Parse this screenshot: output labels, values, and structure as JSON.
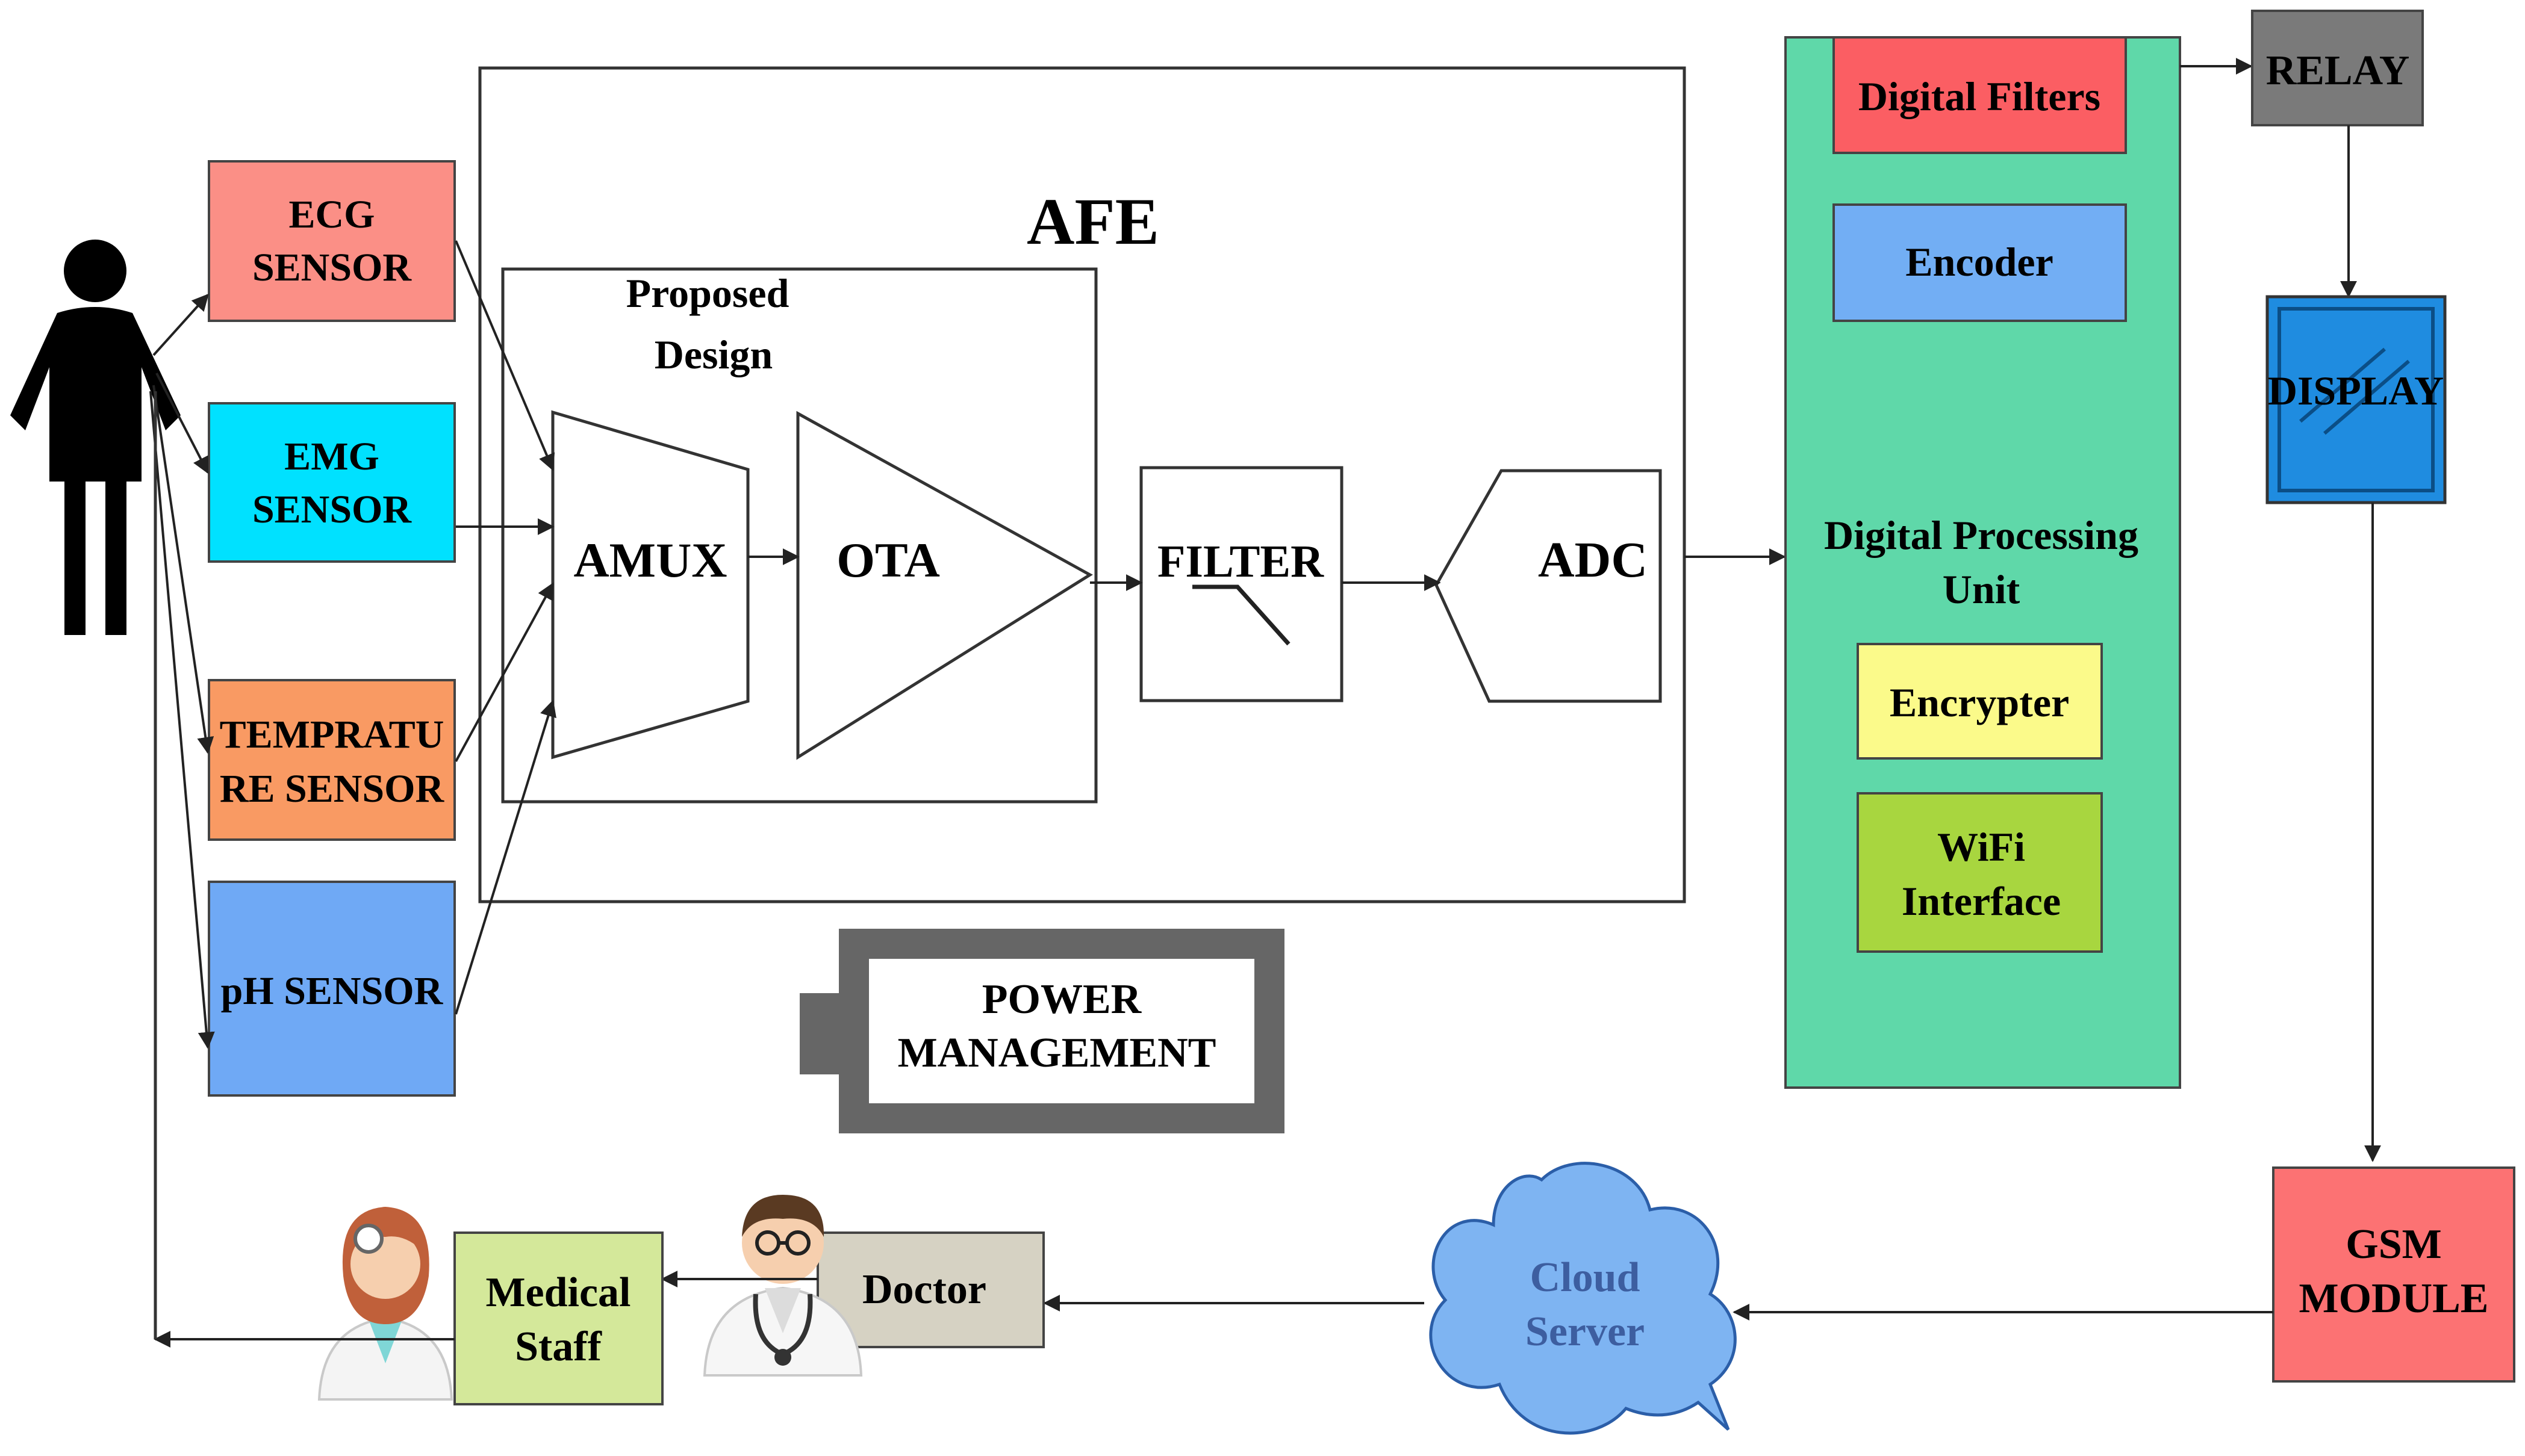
{
  "afe": {
    "title": "AFE",
    "proposed_line1": "Proposed",
    "proposed_line2": "Design"
  },
  "sensors": {
    "ecg": {
      "line1": "ECG",
      "line2": "SENSOR",
      "color": "#fb8f86"
    },
    "emg": {
      "line1": "EMG",
      "line2": "SENSOR",
      "color": "#00e1ff"
    },
    "temp": {
      "line1": "TEMPRATU",
      "line2": "RE SENSOR",
      "color": "#f99a63"
    },
    "ph": {
      "line1": "pH SENSOR",
      "color": "#6fa9f5"
    }
  },
  "blocks": {
    "amux": "AMUX",
    "ota": "OTA",
    "filter": "FILTER",
    "adc": "ADC",
    "power_line1": "POWER",
    "power_line2": "MANAGEMENT"
  },
  "dpu": {
    "color": "#5fd8a9",
    "digital_filters": "Digital Filters",
    "digital_filters_color": "#fb5e63",
    "encoder": "Encoder",
    "encoder_color": "#72aef4",
    "title_line1": "Digital Processing",
    "title_line2": "Unit",
    "encrypter": "Encrypter",
    "encrypter_color": "#fbfa8a",
    "wifi_line1": "WiFi",
    "wifi_line2": "Interface",
    "wifi_color": "#a8d63f"
  },
  "outputs": {
    "relay": "RELAY",
    "relay_color": "#7a7a7a",
    "display": "DISPLAY",
    "display_color": "#1f8ce0",
    "gsm_line1": "GSM",
    "gsm_line2": "MODULE",
    "gsm_color": "#fc7273"
  },
  "network": {
    "cloud_line1": "Cloud",
    "cloud_line2": "Server",
    "cloud_color": "#7eb4f2",
    "doctor": "Doctor",
    "doctor_color": "#d6d2c3",
    "staff_line1": "Medical",
    "staff_line2": "Staff",
    "staff_color": "#d4e89a"
  }
}
